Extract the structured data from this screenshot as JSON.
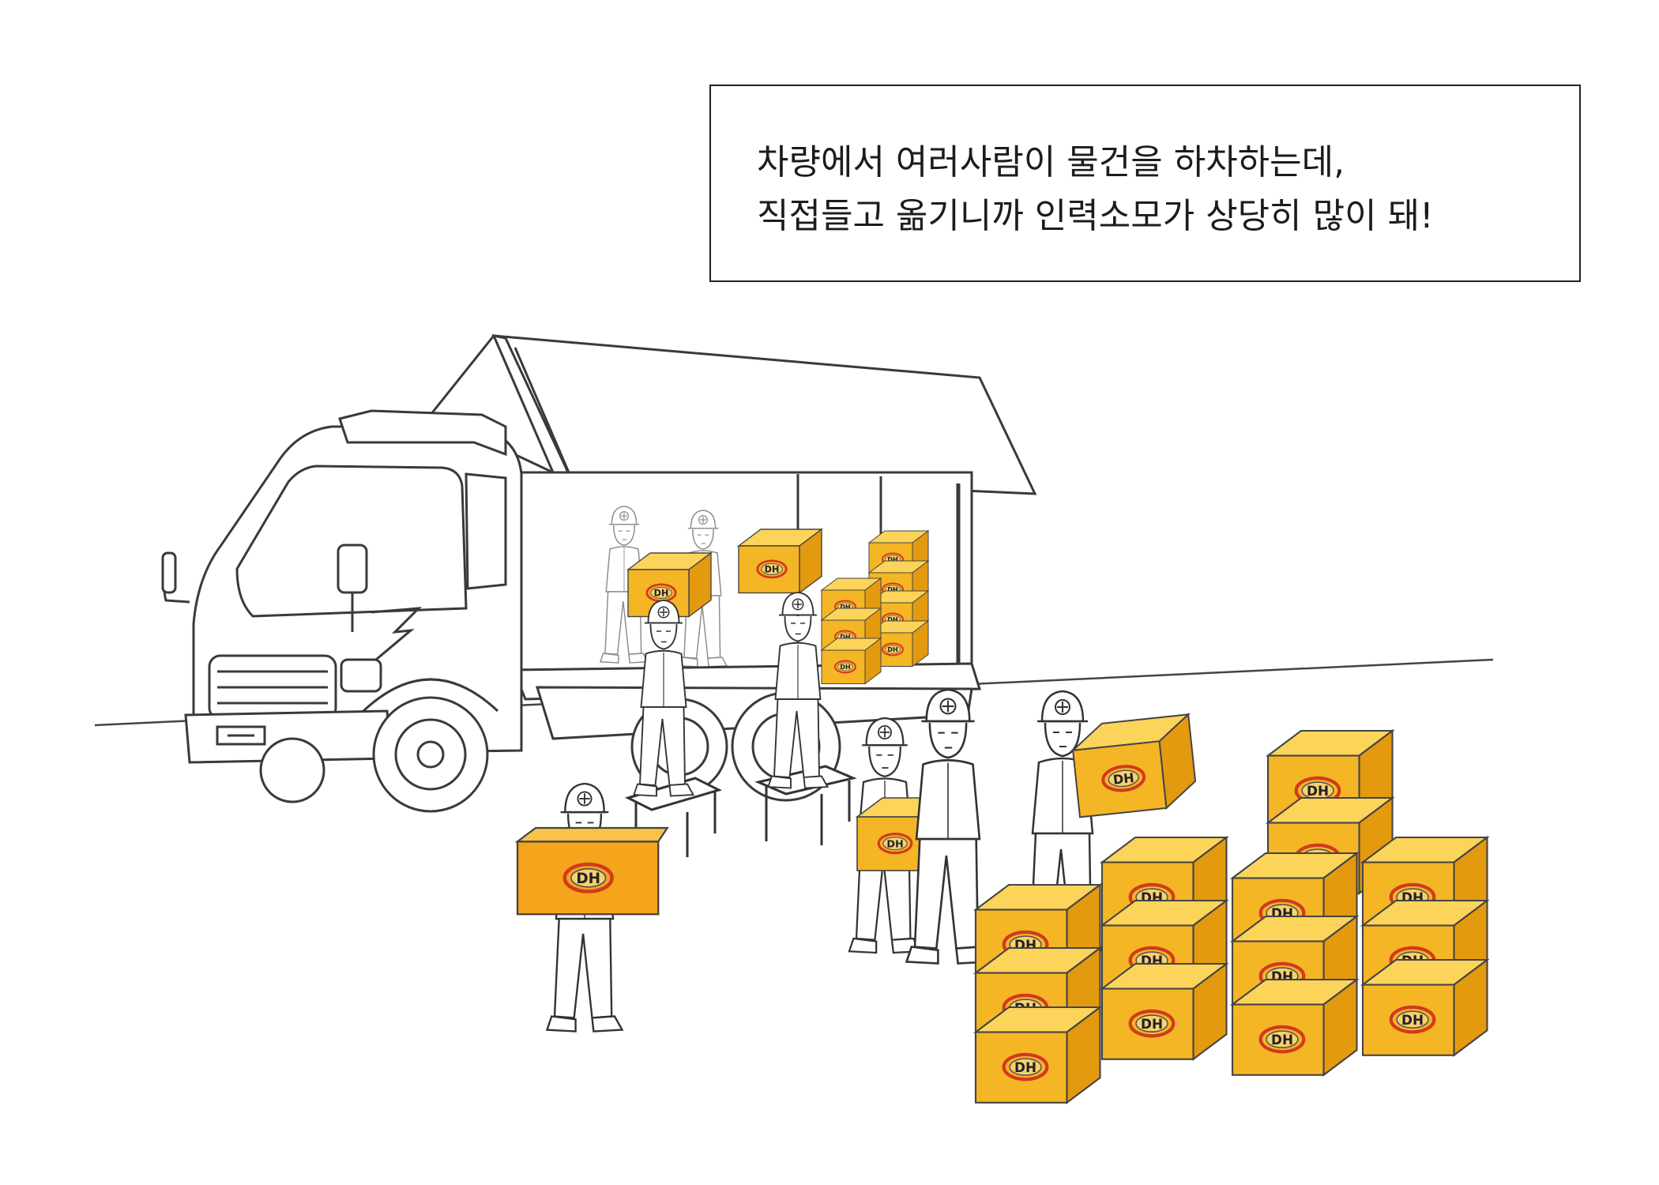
{
  "caption": {
    "line1": "차량에서 여러사람이 물건을 하차하는데,",
    "line2": "직접들고 옮기니까 인력소모가 상당히 많이 돼!"
  },
  "box_logo_text": "DH",
  "colors": {
    "box_front": "#f5b625",
    "box_top": "#fdd45a",
    "box_side": "#e49a0f",
    "logo_red": "#d23a1e",
    "ink": "#333333"
  }
}
